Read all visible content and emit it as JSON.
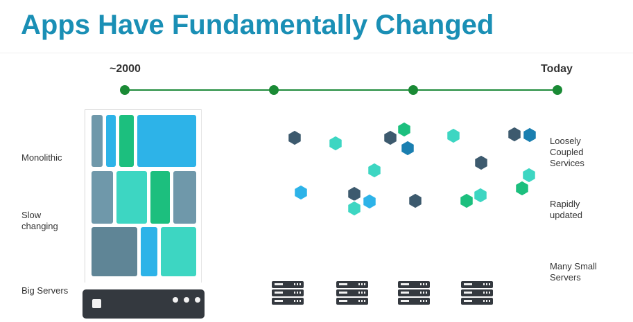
{
  "slide": {
    "title": "Apps Have Fundamentally Changed"
  },
  "timeline": {
    "start_label": "~2000",
    "end_label": "Today"
  },
  "left_labels": {
    "monolithic": "Monolithic",
    "slow_changing": "Slow\nchanging",
    "big_servers": "Big Servers"
  },
  "right_labels": {
    "loosely_coupled": "Loosely\nCoupled\nServices",
    "rapidly_updated": "Rapidly\nupdated",
    "many_small_servers": "Many Small\nServers"
  },
  "colors": {
    "title": "#1a8fb5",
    "timeline": "#1a8a35",
    "slate": "#5f8596",
    "gray_blue": "#6f98aa",
    "sky": "#2db3e8",
    "teal": "#3dd6c2",
    "green": "#1cbf7e",
    "dark_slate": "#3d5a6e",
    "ocean": "#1a7fb0",
    "server": "#34393f"
  },
  "icons": {
    "service": "hexagon-icon",
    "server": "server-rack-icon"
  }
}
